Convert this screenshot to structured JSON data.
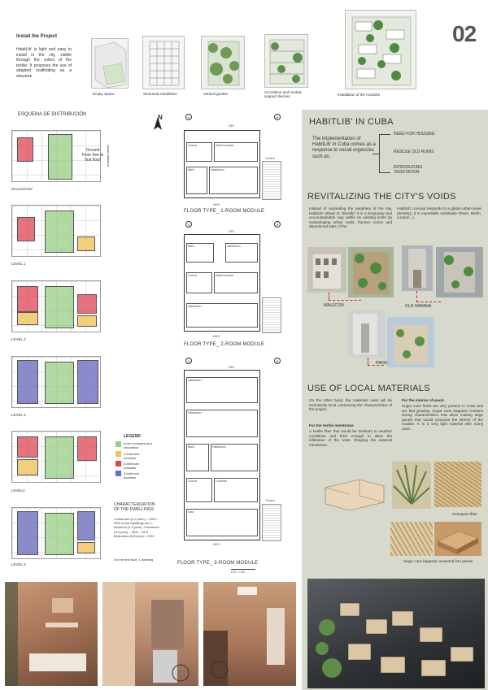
{
  "page_number": "02",
  "project": {
    "title": "Install the Project",
    "body": "HabitLib' is light and easy to install in the city, visible through the colors of the textile. It proposes the use of adapted scaffolding as a structure"
  },
  "stages": [
    "Empty Space",
    "Structural installation",
    "Vertical garden",
    "Circulation and module support devices",
    "Installation of the modules"
  ],
  "distribution": {
    "title": "ESQUEMA DE DISTRIBUCIÓN",
    "ground_note": "Ground Floor free in first floor",
    "street": "Industria street",
    "levels": [
      "Ground lever",
      "LEVEL 1",
      "LEVEL 2",
      "LEVEL 3",
      "LEVEL4",
      "LEVEL 5"
    ],
    "legend_title": "LEGEND",
    "legend": [
      {
        "label": "Inner courtyard and circulation",
        "color": "#96cd82"
      },
      {
        "label": "1-bedroom modules",
        "color": "#f0c35a"
      },
      {
        "label": "2-bedroom modules",
        "color": "#de4655"
      },
      {
        "label": "3-bedroom modules",
        "color": "#6e6ebe"
      }
    ],
    "char_title": "CHARACTERIZATION OF THE DWELLINGS",
    "char_body": "1-bedroom (1-2 pers.) – 30% – 30% of the dwellings are 1-bedroom (1-2 pers.) 2-bedroom (3-4 pers) – 46% – 46 3 Bedrooms (5-6 pers) – 23%.",
    "first_floor": "On the first floor, 1 dwelling"
  },
  "plans": {
    "north": "N",
    "axis_a": "A",
    "axis_b": "B",
    "dim_top": "7360",
    "dim_bottom": "6600",
    "terrace": "Terraza",
    "rooms": {
      "cocina": "Cocina",
      "sala": "Sala/Comedor",
      "bano": "Baño",
      "hab": "Habitación",
      "comedor": "Comedor",
      "sala2": "Sala"
    },
    "labels": [
      "FLOOR TYPE_ 1-ROOM MODULE",
      "FLOOR TYPE_ 2-ROOM MODULE",
      "FLOOR TYPE_ 3-ROOM MODULE"
    ],
    "scale": "ESC 1:100"
  },
  "cuba": {
    "title": "HABITLIB' IN CUBA",
    "intro": "The implementation of HabitLib' in Cuba comes as a response to social urgencies such as:",
    "needs": [
      "NEED FOR HOUSING",
      "RESCUE OLD RUINS",
      "INTRODUCING VEGETATION"
    ]
  },
  "voids": {
    "title": "REVITALIZING THE CITY'S VOIDS",
    "col1": "Instead of expanding the periphery of the city, HabitLib' allows to \"densify\" it in a temporary and eco-sustainable way within its existing limits by redeveloping urban voids, fracture zones and abandoned sites. If the",
    "col2": "HabitLib' concept responds to a global urban issue (density), it is exportable worldwide (Paris, Berlin, London...).",
    "places": [
      "MALECON",
      "OLD HABANA",
      "PARIS"
    ]
  },
  "materials": {
    "title": "USE OF LOCAL MATERIALS",
    "intro": "On the other hand, the materials used will be exclusively local, preserving the characteristics of the project.",
    "textile_title": "For the textile membrane",
    "textile_body": "A textile fiber that would be resistant to weather conditions and thick enough to allow the infiltration of the resin. Shaping the external membrane.",
    "wood_title": "For the interior of wood",
    "wood_body": "Sugar cane fields are very present in Cuba and are fast growing. Sugar cane bagasse contains strong characteristics that allow making large panels that would compose the interior of the module. It is a very light material with many uses.",
    "captions": [
      "Henequen fiber",
      "Sugar cane bagasse converted into panels"
    ]
  }
}
